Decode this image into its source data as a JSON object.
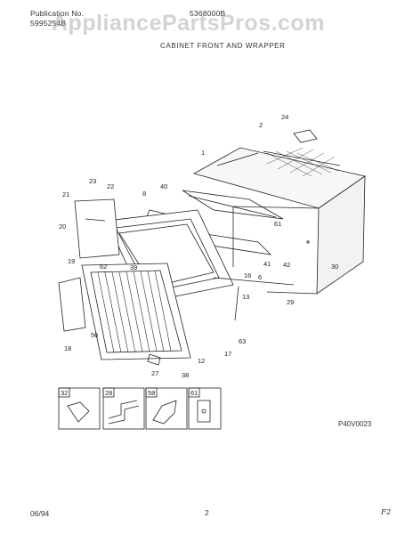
{
  "header": {
    "publication_label": "Publication No.",
    "publication_number": "5995254B",
    "model": "5368000B",
    "section_title": "CABINET FRONT AND WRAPPER"
  },
  "watermark": "AppliancePartsPros.com",
  "part_labels": {
    "p1": "1",
    "p2": "2",
    "p6": "6",
    "p8": "8",
    "p12": "12",
    "p13": "13",
    "p16": "16",
    "p17": "17",
    "p18": "18",
    "p19": "19",
    "p20": "20",
    "p21": "21",
    "p22": "22",
    "p23": "23",
    "p24": "24",
    "p27": "27",
    "p28": "28",
    "p29": "29",
    "p30": "30",
    "p38": "38",
    "p39": "39",
    "p40": "40",
    "p41": "41",
    "p42": "42",
    "p56": "56",
    "p61": "61",
    "p62": "62",
    "p63": "63"
  },
  "accessory_boxes": [
    {
      "label": "32"
    },
    {
      "label": "28"
    },
    {
      "label": "58"
    },
    {
      "label": "61"
    }
  ],
  "diagram_ref": "P40V0023",
  "footer": {
    "date": "06/94",
    "page": "2",
    "handwritten": "F2"
  }
}
